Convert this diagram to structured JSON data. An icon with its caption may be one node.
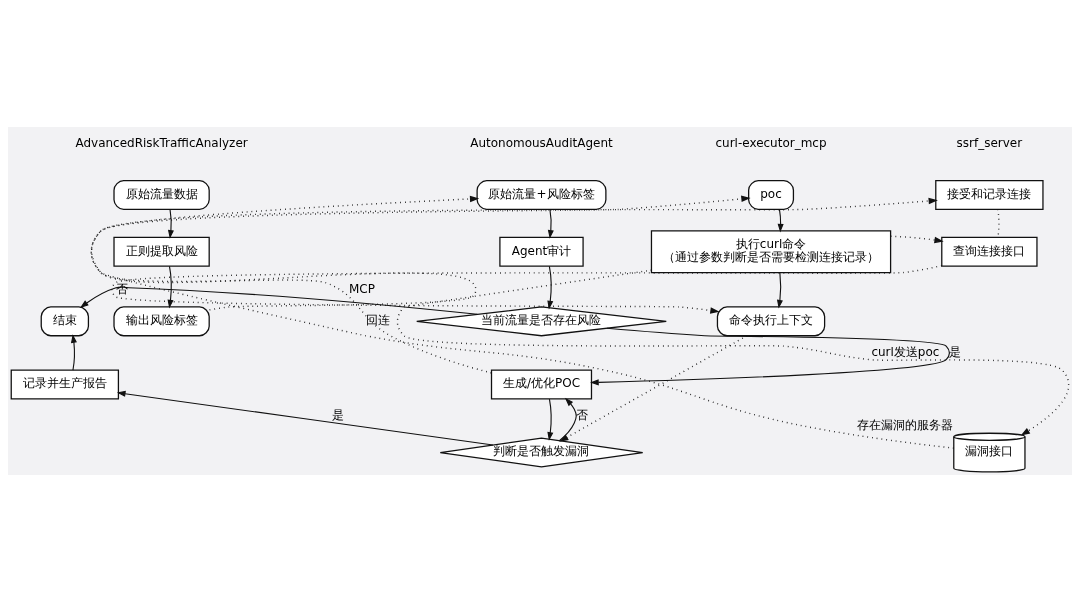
{
  "diagram": {
    "nodes": [
      {
        "text": [
          "原始流量数据"
        ]
      },
      {
        "text": [
          "正则提取风险"
        ]
      },
      {
        "text": [
          "输出风险标签"
        ]
      },
      {
        "text": [
          "原始流量+风险标签"
        ]
      },
      {
        "text": [
          "Agent审计"
        ]
      },
      {
        "text": [
          "当前流量是否存在风险"
        ]
      },
      {
        "text": [
          "结束"
        ]
      },
      {
        "text": [
          "记录并生产报告"
        ]
      },
      {
        "text": [
          "生成/优化POC"
        ]
      },
      {
        "text": [
          "判断是否触发漏洞"
        ]
      },
      {
        "text": [
          "poc"
        ]
      },
      {
        "text": [
          "执行curl命令",
          "（通过参数判断是否需要检测连接记录）"
        ]
      },
      {
        "text": [
          "命令执行上下文"
        ]
      },
      {
        "text": [
          "接受和记录连接"
        ]
      },
      {
        "text": [
          "查询连接接口"
        ]
      },
      {
        "text": [
          "漏洞接口"
        ],
        "beside": [
          "存在漏洞的服务器"
        ]
      }
    ],
    "edges": [
      {
        "from": 0,
        "to": 1,
        "arrow": "to"
      },
      {
        "from": 1,
        "to": 2,
        "arrow": "to"
      },
      {
        "from": 2,
        "to": 3,
        "arrow": "to",
        "style": "dashed"
      },
      {
        "from": 3,
        "to": 4,
        "arrow": "to"
      },
      {
        "from": 4,
        "to": 5,
        "arrow": "to"
      },
      {
        "from": 5,
        "to": 6,
        "arrow": "to",
        "label": "否"
      },
      {
        "from": 5,
        "to": 8,
        "arrow": "to",
        "label": "是"
      },
      {
        "from": 8,
        "to": 9,
        "arrow": "to"
      },
      {
        "from": 9,
        "to": 8,
        "arrow": "to",
        "label": "否"
      },
      {
        "from": 9,
        "to": 7,
        "arrow": "to",
        "label": "是"
      },
      {
        "from": 7,
        "to": 6,
        "arrow": "to"
      },
      {
        "from": 8,
        "to": 10,
        "arrow": "to",
        "style": "dashed",
        "label": "MCP"
      },
      {
        "from": 10,
        "to": 11,
        "arrow": "to"
      },
      {
        "from": 11,
        "to": 12,
        "arrow": "to"
      },
      {
        "from": 11,
        "to": 14,
        "arrow": "to",
        "style": "dashed"
      },
      {
        "from": 14,
        "to": 12,
        "arrow": "to",
        "style": "dashed"
      },
      {
        "from": 11,
        "to": 15,
        "arrow": "to",
        "style": "dashed",
        "label": "curl发送poc"
      },
      {
        "from": 15,
        "to": 13,
        "arrow": "to",
        "style": "dashed",
        "label": "回连"
      },
      {
        "from": 13,
        "to": 14,
        "arrow": "none",
        "style": "dashed"
      },
      {
        "from": 12,
        "to": 9,
        "arrow": "to",
        "style": "dashed"
      }
    ],
    "labels": [
      "AdvancedRiskTrafficAnalyzer",
      "AutonomousAuditAgent",
      "curl-executor_mcp",
      "ssrf_server"
    ]
  }
}
